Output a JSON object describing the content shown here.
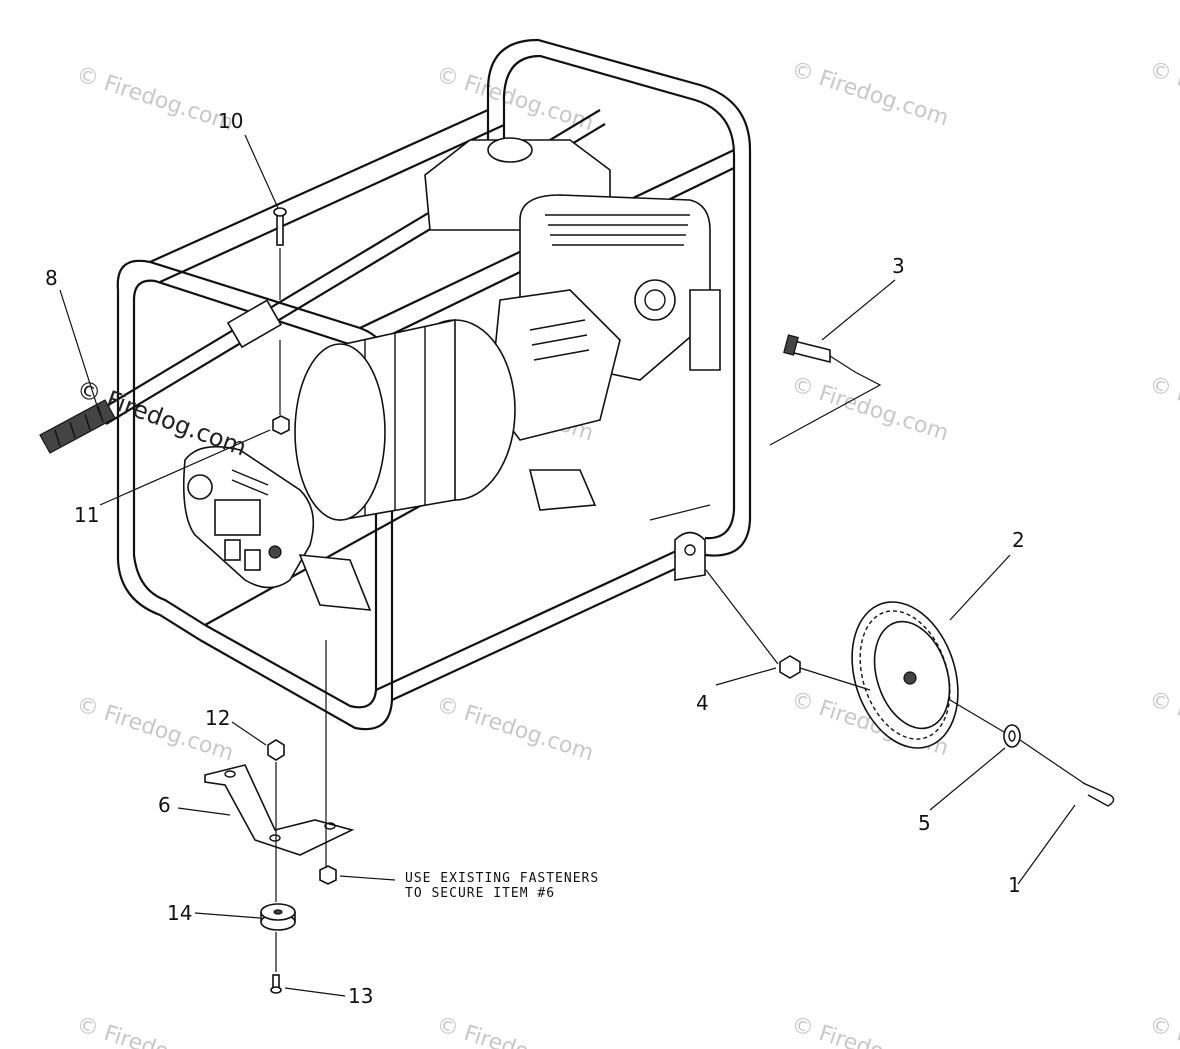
{
  "callouts": {
    "c1": "1",
    "c2": "2",
    "c3": "3",
    "c4": "4",
    "c5": "5",
    "c6": "6",
    "c8": "8",
    "c10": "10",
    "c11": "11",
    "c12": "12",
    "c13": "13",
    "c14": "14"
  },
  "note": {
    "line1": "USE EXISTING FASTENERS",
    "line2": "TO SECURE ITEM #6"
  },
  "watermark": {
    "text": "© Firedog.com",
    "prominent": "© Firedog.com"
  }
}
